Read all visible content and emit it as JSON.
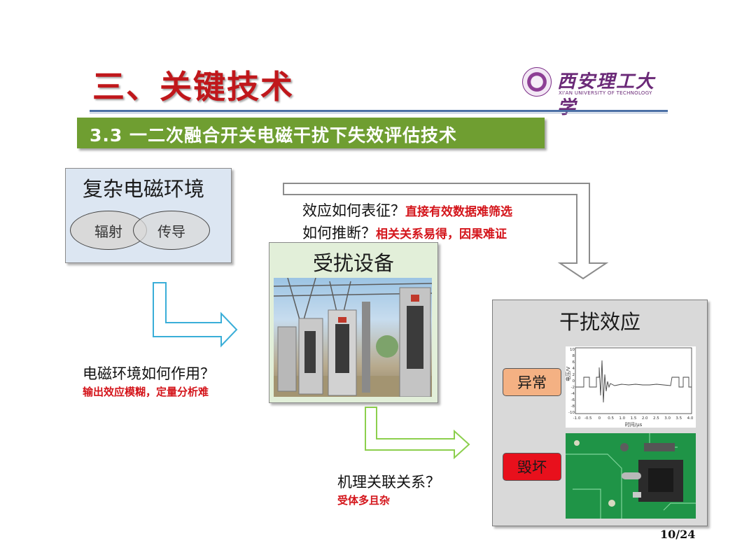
{
  "header": {
    "title": "三、关键技术",
    "logo_cn": "西安理工大学",
    "logo_en": "XI'AN UNIVERSITY OF TECHNOLOGY",
    "subtitle": "3.3  一二次融合开关电磁干扰下失效评估技术"
  },
  "environment": {
    "title": "复杂电磁环境",
    "items": [
      "辐射",
      "传导"
    ]
  },
  "device": {
    "title": "受扰设备"
  },
  "effect": {
    "title": "干扰效应",
    "tags": [
      "异常",
      "毁坏"
    ],
    "waveform": {
      "y_label": "电压/V",
      "x_label": "时间/μs",
      "y_ticks": [
        "10",
        "8",
        "6",
        "4",
        "2",
        "0",
        "-2",
        "-4",
        "-6",
        "-8",
        "-10"
      ],
      "x_ticks": [
        "-1.0",
        "-0.5",
        "0",
        "0.5",
        "1.0",
        "1.5",
        "2.0",
        "2.5",
        "3.0",
        "3.5",
        "4.0"
      ]
    }
  },
  "questions": {
    "q1": {
      "main": "效应如何表征？",
      "note": "直接有效数据难筛选"
    },
    "q2": {
      "main": "如何推断？",
      "note": "相关关系易得，因果难证"
    },
    "q3": {
      "main": "电磁环境如何作用？",
      "note": "输出效应模糊，定量分析难"
    },
    "q4": {
      "main": "机理关联关系？",
      "note": "受体多且杂"
    }
  },
  "page_number": "10/24",
  "colors": {
    "title_red": "#c0171b",
    "subtitle_green": "#6f9e31",
    "env_blue": "#dce6f2",
    "device_green": "#e2efd9",
    "effect_gray": "#d9d9d9",
    "abnormal_orange": "#f4b183",
    "destroy_red": "#e8101c",
    "arrow_blue": "#3aaed8",
    "arrow_green": "#8ccf4d",
    "note_red": "#d4151b"
  }
}
